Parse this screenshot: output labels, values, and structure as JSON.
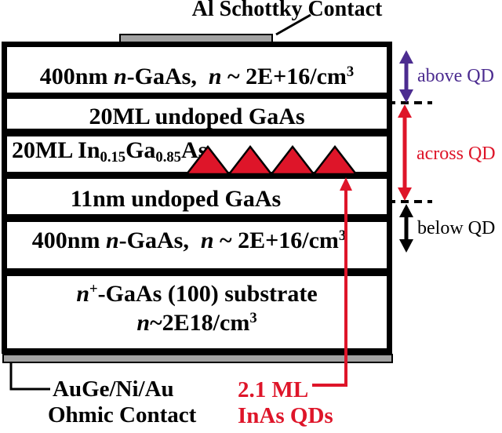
{
  "colors": {
    "red": "#DE1529",
    "purple": "#4C2C90",
    "gray": "#A2A2A2",
    "black": "#000000"
  },
  "schottky": {
    "label": "Al Schottky Contact"
  },
  "layers": {
    "l1": {
      "t1": "400nm ",
      "n1": "n",
      "t2": "-GaAs,  ",
      "n2": "n",
      "t3": " ~ 2E+16/cm",
      "sup": "3"
    },
    "l2": {
      "t1": "20ML undoped GaAs"
    },
    "l3": {
      "t1": "20ML In",
      "sub1": "0.15",
      "t2": "Ga",
      "sub2": "0.85",
      "t3": "As"
    },
    "l4": {
      "t1": "11nm undoped GaAs"
    },
    "l5": {
      "t1": "400nm ",
      "n1": "n",
      "t2": "-GaAs,  ",
      "n2": "n",
      "t3": " ~ 2E+16/cm",
      "sup": "3"
    },
    "l6": {
      "n1": "n",
      "sup1": "+",
      "t1": "-GaAs (100) substrate",
      "n2": "n",
      "t2": "~2E18/cm",
      "sup2": "3"
    }
  },
  "depth_markers": {
    "above": "above QD",
    "across": "across QD",
    "below": "below QD"
  },
  "ohmic": {
    "line1": "AuGe/Ni/Au",
    "line2": "Ohmic Contact"
  },
  "qd": {
    "line1": "2.1 ML",
    "line2": "InAs QDs"
  }
}
